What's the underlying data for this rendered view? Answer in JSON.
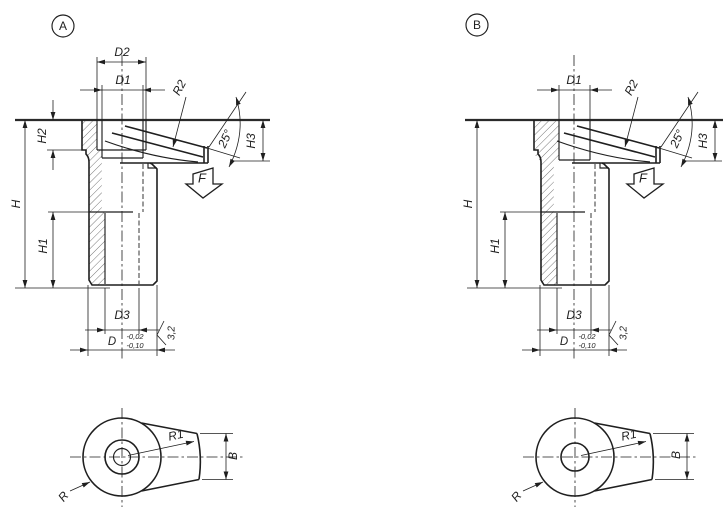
{
  "colors": {
    "ink": "#1f1f1f",
    "background": "#ffffff"
  },
  "variant_a": {
    "badge": "A",
    "side_view": {
      "d2_label": "D2",
      "d1_label": "D1",
      "r2_label": "R2",
      "angle_label": "25°",
      "h3_label": "H3",
      "h2_label": "H2",
      "h_label": "H",
      "h1_label": "H1",
      "d3_label": "D3",
      "d_label": "D",
      "d_tol_upper": "-0,02",
      "d_tol_lower": "-0,10",
      "surface_finish": "3,2",
      "force_label": "F"
    },
    "bottom_view": {
      "r1_label": "R1",
      "r_label": "R",
      "width_label": "B"
    }
  },
  "variant_b": {
    "badge": "B",
    "side_view": {
      "d1_label": "D1",
      "r2_label": "R2",
      "angle_label": "25°",
      "h3_label": "H3",
      "h_label": "H",
      "h1_label": "H1",
      "d3_label": "D3",
      "d_label": "D",
      "d_tol_upper": "-0,02",
      "d_tol_lower": "-0,10",
      "surface_finish": "3,2",
      "force_label": "F"
    },
    "bottom_view": {
      "r1_label": "R1",
      "r_label": "R",
      "width_label": "B"
    }
  }
}
